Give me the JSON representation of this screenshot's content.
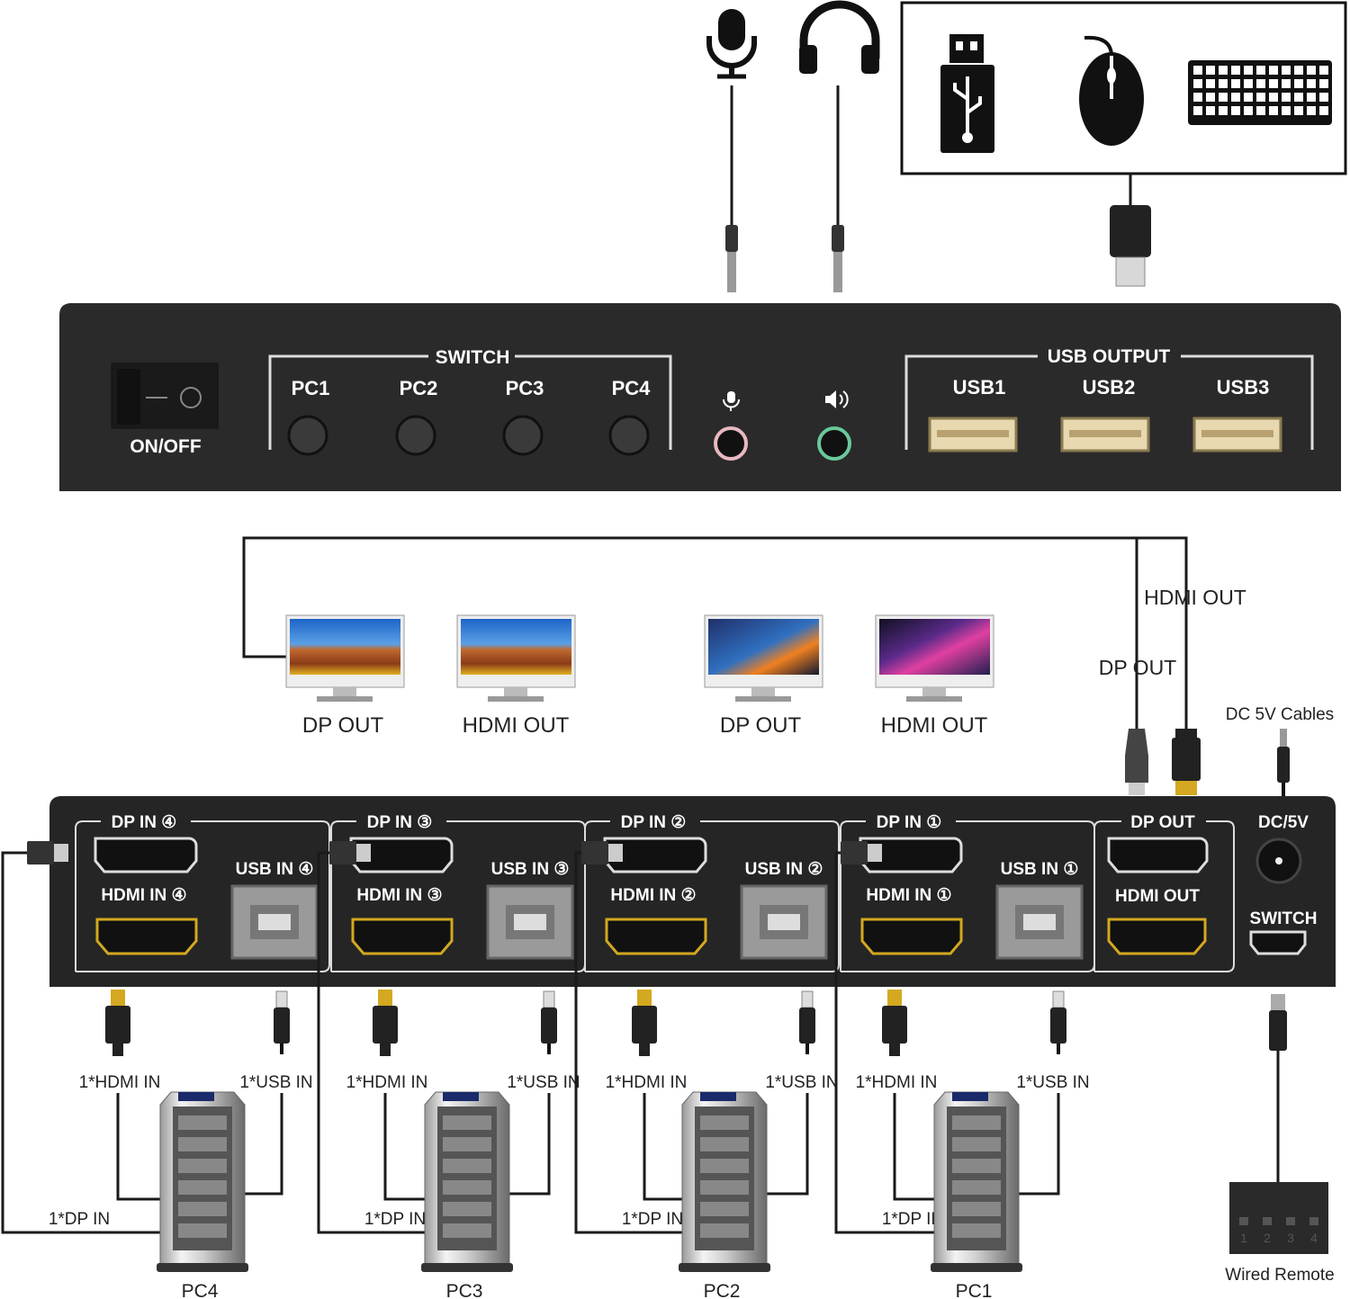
{
  "front_panel": {
    "power_label": "ON/OFF",
    "switch_group_label": "SWITCH",
    "pc_buttons": [
      "PC1",
      "PC2",
      "PC3",
      "PC4"
    ],
    "usb_group_label": "USB OUTPUT",
    "usb_ports": [
      "USB1",
      "USB2",
      "USB3"
    ]
  },
  "monitors": [
    "DP OUT",
    "HDMI OUT",
    "DP OUT",
    "HDMI OUT"
  ],
  "top_cables": {
    "hdmi_out": "HDMI OUT",
    "dp_out": "DP OUT",
    "dc_cables": "DC 5V Cables"
  },
  "rear_panel": {
    "dp_in": [
      "DP IN ④",
      "DP IN ③",
      "DP IN ②",
      "DP IN ①"
    ],
    "usb_in": [
      "USB IN ④",
      "USB IN ③",
      "USB IN ②",
      "USB IN ①"
    ],
    "hdmi_in": [
      "HDMI IN ④",
      "HDMI IN ③",
      "HDMI IN ②",
      "HDMI IN ①"
    ],
    "dp_out": "DP OUT",
    "hdmi_out": "HDMI OUT",
    "dc": "DC/5V",
    "switch": "SWITCH"
  },
  "pc_cables": {
    "hdmi": "1*HDMI IN",
    "usb": "1*USB IN",
    "dp": "1*DP IN"
  },
  "pcs": [
    "PC4",
    "PC3",
    "PC2",
    "PC1"
  ],
  "remote": {
    "label": "Wired Remote",
    "keys": [
      "1",
      "2",
      "3",
      "4"
    ]
  }
}
